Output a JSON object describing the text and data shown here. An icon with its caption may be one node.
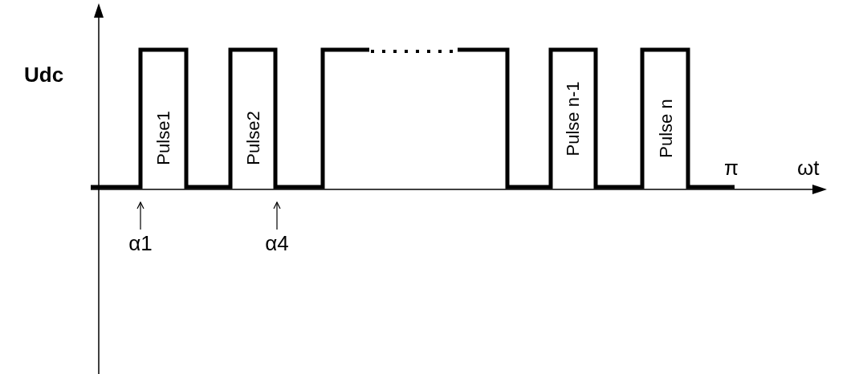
{
  "diagram": {
    "nodes": [
      {
        "text": [
          "α1"
        ]
      },
      {
        "text": [
          "α4"
        ]
      }
    ],
    "edges": [
      {
        "from": 0,
        "to": null,
        "arrow": "to"
      },
      {
        "from": 1,
        "to": null,
        "arrow": "to"
      }
    ],
    "labels": [
      "Udc",
      "ωt",
      "π",
      "Pulse1",
      "Pulse2",
      "Pulse n-1",
      "Pulse n"
    ]
  }
}
